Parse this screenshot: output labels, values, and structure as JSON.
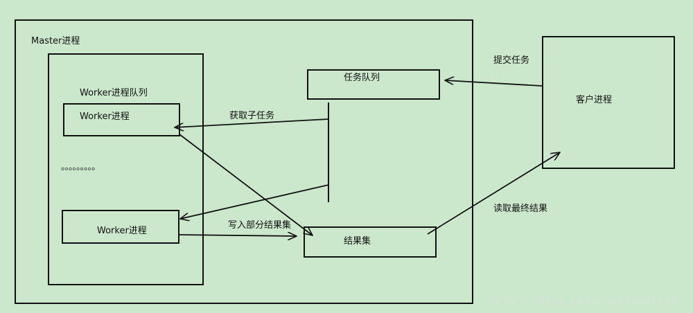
{
  "master": {
    "label": "Master进程"
  },
  "worker_queue": {
    "label": "Worker进程队列",
    "workers": [
      {
        "label": "Worker进程"
      },
      {
        "label": "Worker进程"
      }
    ],
    "ellipsis": "。。。。。。。。。"
  },
  "task_queue": {
    "label": "任务队列"
  },
  "result_set": {
    "label": "结果集"
  },
  "client": {
    "label": "客户进程"
  },
  "edges": {
    "submit_task": "提交任务",
    "get_subtask": "获取子任务",
    "write_partial_result": "写入部分结果集",
    "read_final_result": "读取最终结果"
  },
  "watermark": "http://blog.csdn.net/lmdcszh",
  "colors": {
    "background": "#cbe8cd",
    "stroke": "#111111"
  }
}
